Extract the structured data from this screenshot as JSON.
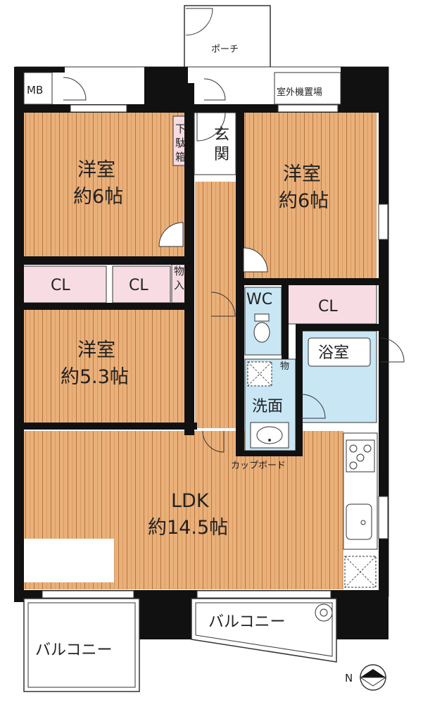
{
  "rooms": {
    "bedroom_nw": {
      "name": "洋室",
      "size": "約6帖"
    },
    "bedroom_ne": {
      "name": "洋室",
      "size": "約6帖"
    },
    "bedroom_w": {
      "name": "洋室",
      "size": "約5.3帖"
    },
    "ldk": {
      "name": "LDK",
      "size": "約14.5帖"
    }
  },
  "labels": {
    "porch": "ポーチ",
    "mb": "MB",
    "outdoor_unit": "室外機置場",
    "shoe_box_1": "下",
    "shoe_box_2": "駄",
    "shoe_box_3": "箱",
    "entrance_1": "玄",
    "entrance_2": "関",
    "closet_1": "CL",
    "closet_2": "CL",
    "closet_3": "CL",
    "storage_1": "物",
    "storage_2": "入",
    "storage_small": "物",
    "wc": "WC",
    "bath": "浴室",
    "washroom": "洗面",
    "cupboard": "カップボード",
    "balcony_left": "バルコニー",
    "balcony_right": "バルコニー",
    "north": "N"
  },
  "colors": {
    "floor_wood": "#eab07a",
    "floor_grain": "#b9753f",
    "closet_pink": "#f7dde3",
    "wet_blue": "#c9e6f5",
    "wall": "#111111"
  }
}
